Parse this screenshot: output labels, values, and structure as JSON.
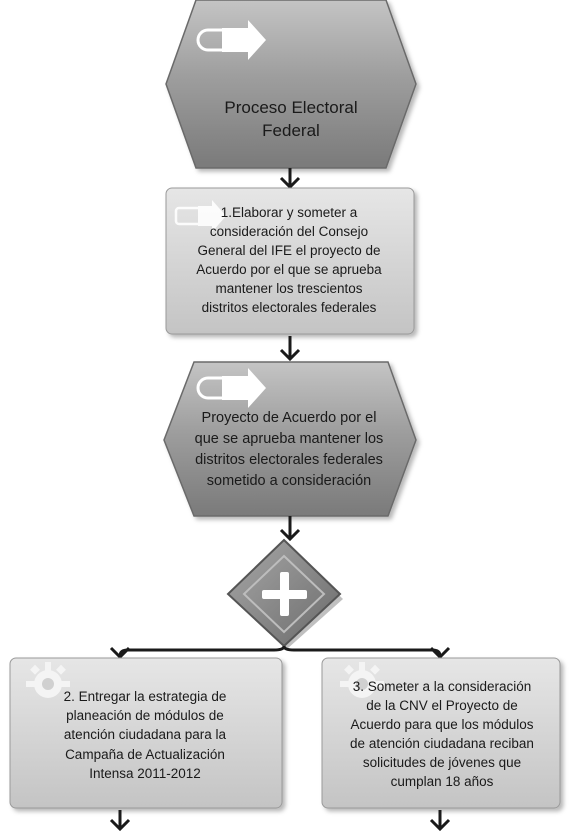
{
  "nodes": {
    "event_start": {
      "text": "Proceso Electoral\nFederal",
      "type": "event",
      "icon": "event-arrow-icon"
    },
    "function_1": {
      "text": "1.Elaborar y someter a\nconsideración del Consejo\nGeneral del IFE el proyecto de\nAcuerdo por el que se aprueba\nmantener los trescientos\ndistritos electorales federales",
      "type": "function",
      "icon": "function-arrow-icon"
    },
    "event_2": {
      "text": "Proyecto de Acuerdo por el\nque se aprueba mantener los\ndistritos electorales federales\nsometido a consideración",
      "type": "event",
      "icon": "event-arrow-icon"
    },
    "gateway": {
      "type": "and-gateway",
      "icon": "plus-icon"
    },
    "function_2": {
      "text": "2. Entregar la estrategia de\nplaneación de módulos de\natención ciudadana para la\nCampaña de Actualización\nIntensa 2011-2012",
      "type": "function",
      "icon": "gear-icon"
    },
    "function_3": {
      "text": "3. Someter a la consideración\nde la CNV el Proyecto de\nAcuerdo para que los módulos\nde atención ciudadana reciban\nsolicitudes de jóvenes que\ncumplan 18 años",
      "type": "function",
      "icon": "gear-icon"
    }
  },
  "colors": {
    "event_fill": "#9a9a9a",
    "function_fill": "#d6d6d6",
    "gateway_fill": "#8c8c8c",
    "connector": "#1a1a1a"
  }
}
